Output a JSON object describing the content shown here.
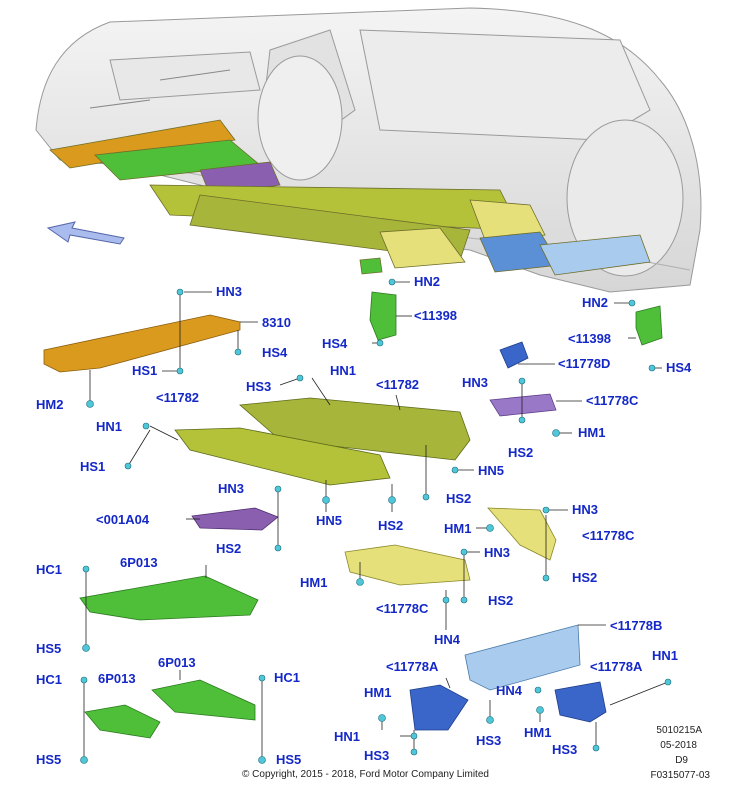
{
  "labels": {
    "hn3_a": "HN3",
    "p8310": "8310",
    "hs4_a": "HS4",
    "hs1_a": "HS1",
    "hm2": "HM2",
    "hn2_a": "HN2",
    "p11398_a": "<11398",
    "hs4_b": "HS4",
    "hn2_b": "HN2",
    "p11398_b": "<11398",
    "hs4_c": "HS4",
    "p11778d": "<11778D",
    "hn3_b": "HN3",
    "p11778c_a": "<11778C",
    "hm1_a": "HM1",
    "hs2_a": "HS2",
    "hs3_a": "HS3",
    "hn1_a": "HN1",
    "p11782_a": "<11782",
    "p11782_b": "<11782",
    "hn1_b": "HN1",
    "hs1_b": "HS1",
    "hn5_a": "HN5",
    "hs2_b": "HS2",
    "hn3_c": "HN3",
    "hn5_b": "HN5",
    "hs2_c": "HS2",
    "p001a04": "<001A04",
    "hs2_d": "HS2",
    "hn3_d": "HN3",
    "hm1_b": "HM1",
    "p11778c_b": "<11778C",
    "hs2_e": "HS2",
    "hn3_e": "HN3",
    "hm1_c": "HM1",
    "p11778c_c": "<11778C",
    "hs2_f": "HS2",
    "hn4_a": "HN4",
    "hc1_a": "HC1",
    "p6p013_a": "6P013",
    "hs5_a": "HS5",
    "hc1_b": "HC1",
    "p6p013_b": "6P013",
    "p6p013_c": "6P013",
    "hc1_c": "HC1",
    "hs5_b": "HS5",
    "hs5_c": "HS5",
    "p11778b": "<11778B",
    "p11778a_a": "<11778A",
    "hm1_d": "HM1",
    "hn1_c": "HN1",
    "hs3_b": "HS3",
    "hn4_b": "HN4",
    "hs3_c": "HS3",
    "p11778a_b": "<11778A",
    "hn1_d": "HN1",
    "hm1_e": "HM1",
    "hs3_d": "HS3"
  },
  "meta": {
    "code": "5010215A",
    "date": "05-2018",
    "rev": "D9",
    "figure": "F0315077-03",
    "copyright": "© Copyright, 2015 - 2018, Ford Motor Company Limited"
  },
  "colors": {
    "label": "#1428c8",
    "yellow_green": "#b4c23a",
    "green": "#4fbf3a",
    "orange": "#d99a1e",
    "purple": "#8a5fb0",
    "blue": "#5b8fd6",
    "light_blue": "#a8cbee",
    "pale_yellow": "#e6e07a",
    "fastener": "#4fc7d8"
  },
  "icons": {
    "direction_arrow": "front-direction-arrow-icon"
  }
}
